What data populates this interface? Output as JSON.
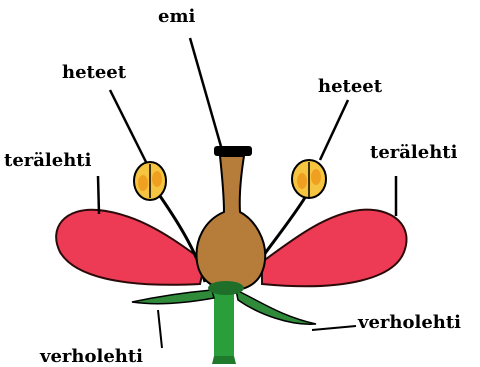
{
  "labels": {
    "pistil": "emi",
    "stamens_left": "heteet",
    "stamens_right": "heteet",
    "petal_left": "terälehti",
    "petal_right": "terälehti",
    "sepal_left": "verholehti",
    "sepal_right": "verholehti"
  },
  "colors": {
    "petal": "#ee3b55",
    "petal_outline": "#2b0a0a",
    "ovary": "#b67c3a",
    "anther": "#f5c542",
    "stem": "#2a9e3a",
    "sepal": "#2f8a3a",
    "line": "#000000"
  }
}
